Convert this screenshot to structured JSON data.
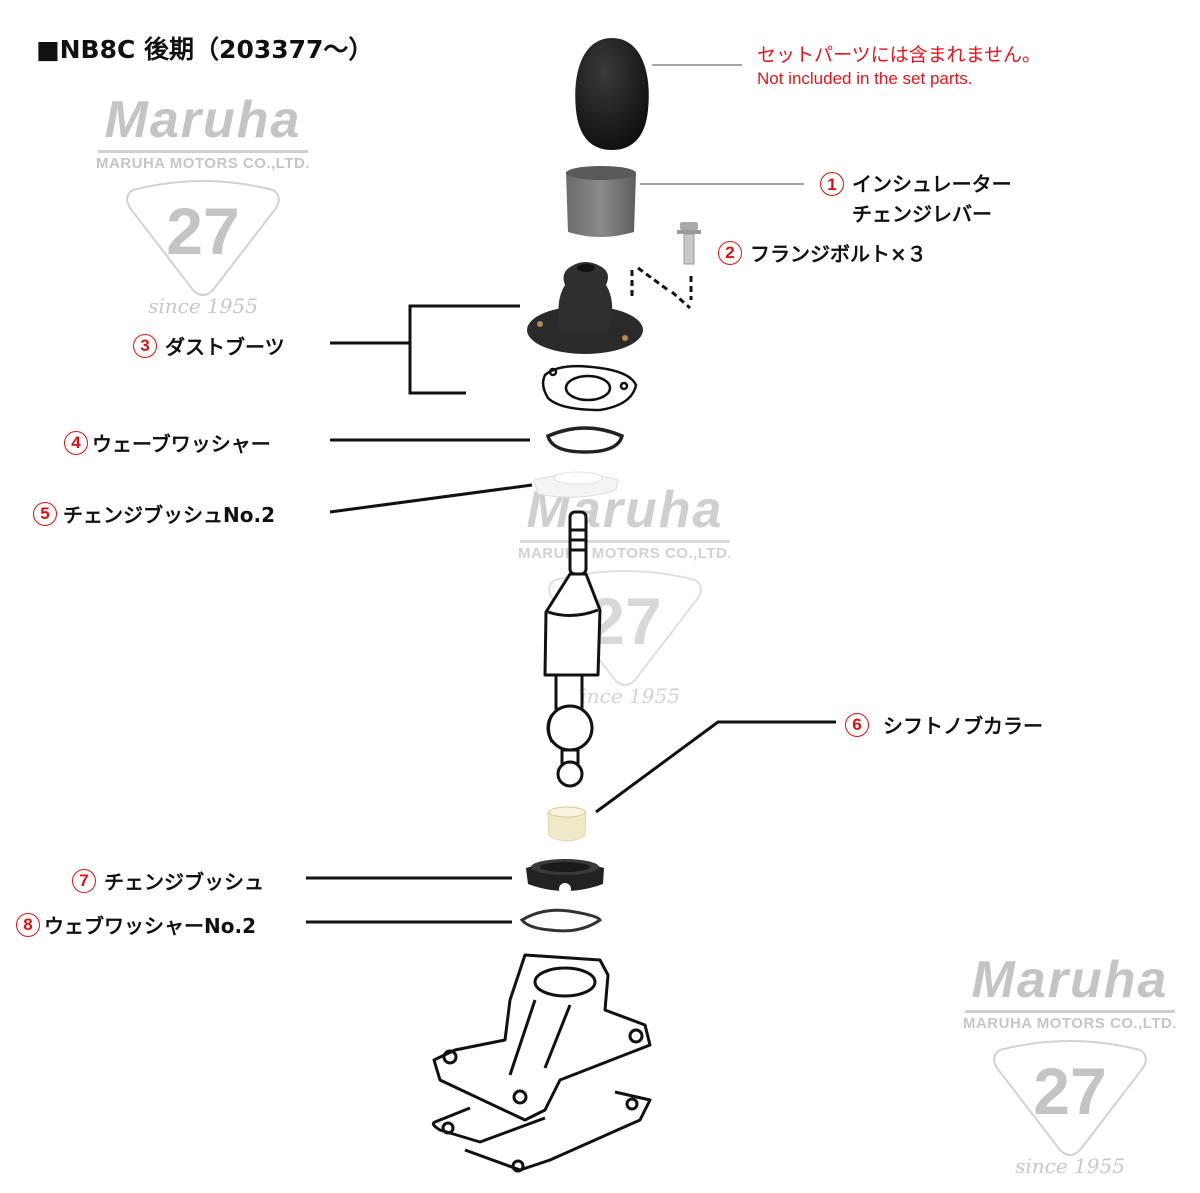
{
  "title": "■NB8C 後期（203377〜）",
  "note": {
    "jp": "セットパーツには含まれません。",
    "en": "Not included in the set parts.",
    "color": "#e8141b"
  },
  "watermark": {
    "brand": "Maruha",
    "company": "MARUHA MOTORS CO.,LTD.",
    "number": "27",
    "since": "since 1955"
  },
  "parts": [
    {
      "num": "1",
      "lines": [
        "インシュレーター",
        "チェンジレバー"
      ]
    },
    {
      "num": "2",
      "label": "フランジボルト×３"
    },
    {
      "num": "3",
      "label": "ダストブーツ"
    },
    {
      "num": "4",
      "label": "ウェーブワッシャー"
    },
    {
      "num": "5",
      "label": "チェンジブッシュNo.2"
    },
    {
      "num": "6",
      "label": "シフトノブカラー"
    },
    {
      "num": "7",
      "label": "チェンジブッシュ"
    },
    {
      "num": "8",
      "label": "ウェブワッシャーNo.2"
    }
  ],
  "icons": {
    "shift_knob": "shift-knob-photo",
    "insulator": "foam-insulator-photo",
    "bolt": "flange-bolt-photo",
    "dust_boot": "dust-boot-photo",
    "gasket": "gasket-drawing",
    "wave_washer": "wave-washer-photo",
    "bushing_no2": "white-bushing-photo",
    "shift_lever": "shift-lever-drawing",
    "knob_collar": "collar-photo",
    "change_bush": "black-bushing-photo",
    "wave_washer_no2": "wave-washer-photo",
    "housing": "shifter-housing-drawing"
  },
  "colors": {
    "accent_red": "#e01010",
    "text": "#111111",
    "watermark": "#c6c6c6"
  }
}
